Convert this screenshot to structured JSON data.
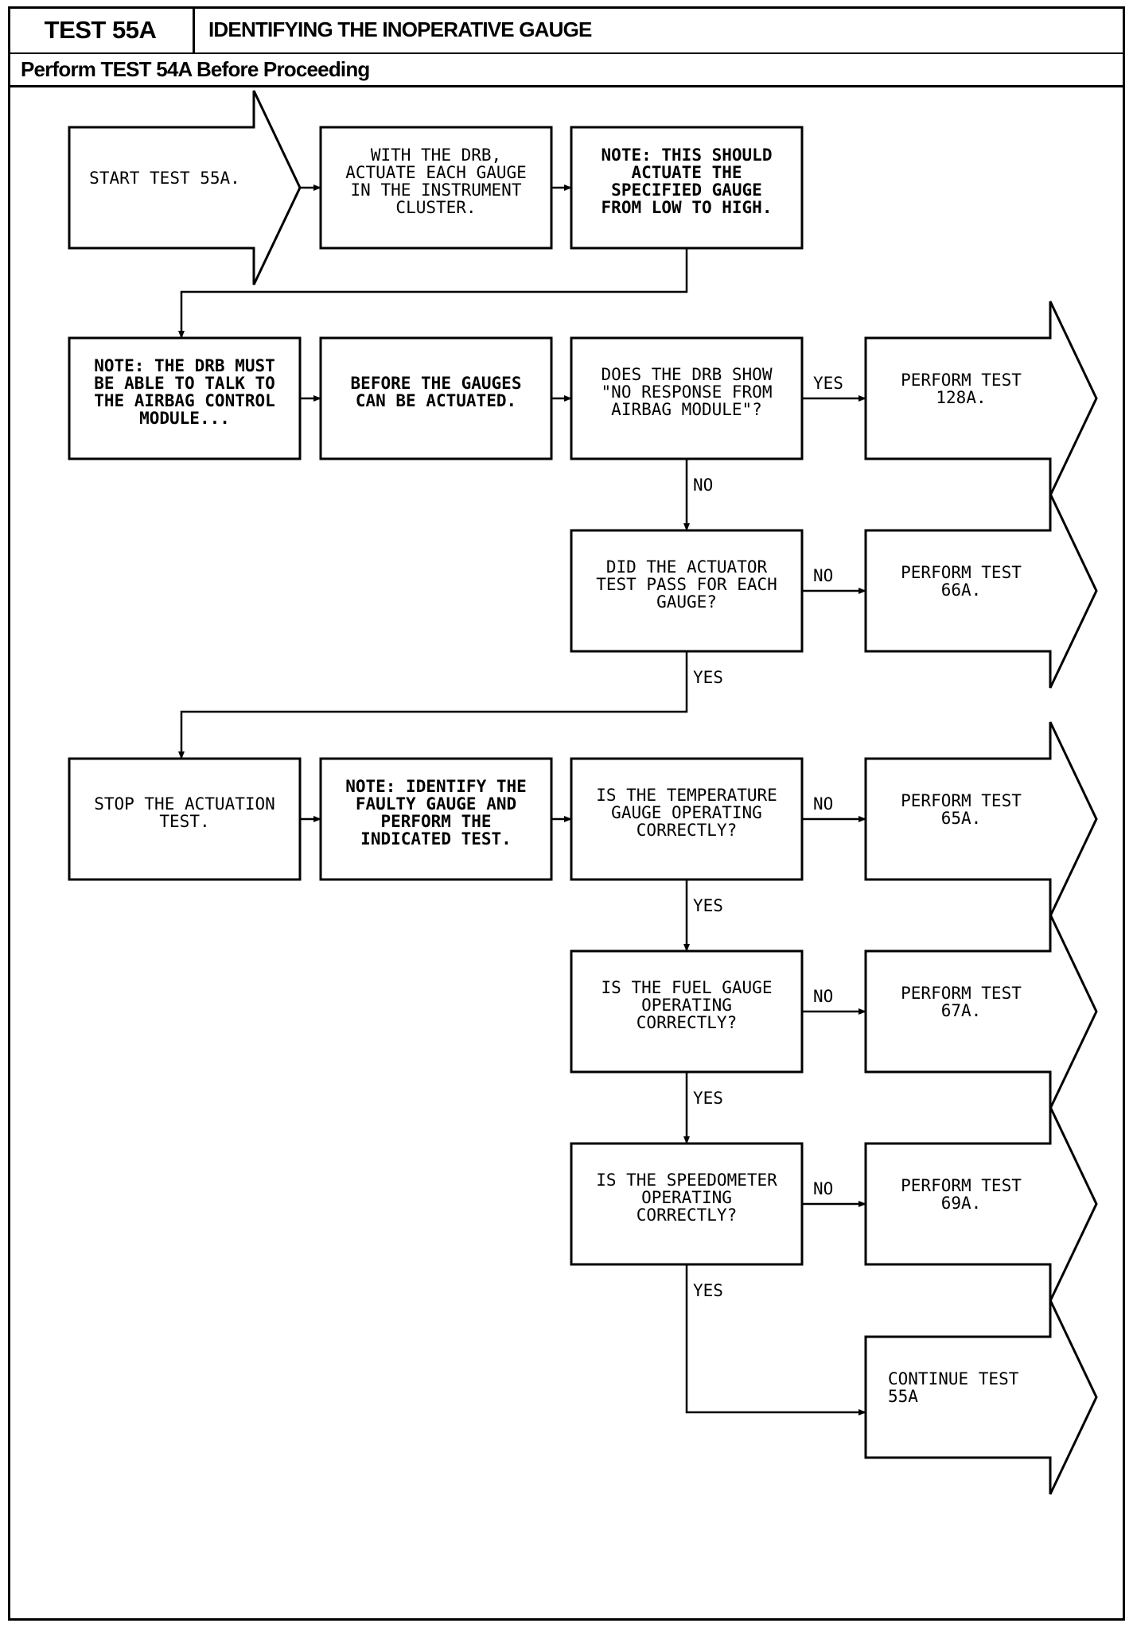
{
  "header": {
    "test_id": "TEST 55A",
    "title": "IDENTIFYING THE INOPERATIVE GAUGE",
    "subtitle": "Perform TEST 54A Before Proceeding"
  },
  "flowchart": {
    "start": [
      "START TEST 55A."
    ],
    "step_drb_actuate": [
      "WITH THE DRB,",
      "ACTUATE EACH GAUGE",
      "IN THE INSTRUMENT",
      "CLUSTER."
    ],
    "note_actuate": [
      "NOTE: THIS SHOULD",
      "ACTUATE THE",
      "SPECIFIED GAUGE",
      "FROM LOW TO HIGH."
    ],
    "note_drb_talk": [
      "NOTE: THE DRB MUST",
      "BE ABLE TO TALK TO",
      "THE AIRBAG CONTROL",
      "MODULE..."
    ],
    "note_before_gauges": [
      "BEFORE THE GAUGES",
      "CAN BE ACTUATED."
    ],
    "q_no_response": [
      "DOES THE DRB SHOW",
      "\"NO RESPONSE FROM",
      "AIRBAG MODULE\"?"
    ],
    "r_128a": [
      "PERFORM TEST",
      "128A."
    ],
    "q_actuator_pass": [
      "DID THE ACTUATOR",
      "TEST PASS FOR EACH",
      "GAUGE?"
    ],
    "r_66a": [
      "PERFORM TEST",
      "66A."
    ],
    "step_stop": [
      "STOP THE ACTUATION",
      "TEST."
    ],
    "note_identify": [
      "NOTE: IDENTIFY THE",
      "FAULTY GAUGE AND",
      "PERFORM THE",
      "INDICATED TEST."
    ],
    "q_temperature": [
      "IS THE TEMPERATURE",
      "GAUGE OPERATING",
      "CORRECTLY?"
    ],
    "r_65a": [
      "PERFORM TEST",
      "65A."
    ],
    "q_fuel": [
      "IS THE FUEL GAUGE",
      "OPERATING",
      "CORRECTLY?"
    ],
    "r_67a": [
      "PERFORM TEST",
      "67A."
    ],
    "q_speedometer": [
      "IS THE SPEEDOMETER",
      "OPERATING",
      "CORRECTLY?"
    ],
    "r_69a": [
      "PERFORM TEST",
      "69A."
    ],
    "end_continue": [
      "CONTINUE TEST",
      "55A"
    ],
    "labels": {
      "yes": "YES",
      "no": "NO"
    }
  }
}
